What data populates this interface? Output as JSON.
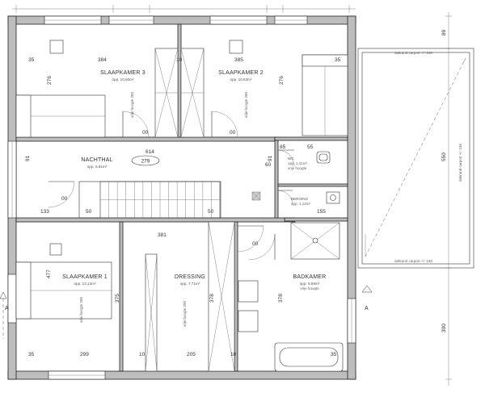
{
  "plan": {
    "rooms": {
      "slaapkamer3": {
        "name": "SLAAPKAMER 3",
        "area": "opp. 10,60m²",
        "ceiling": "vrije hoogte 280"
      },
      "slaapkamer2": {
        "name": "SLAAPKAMER 2",
        "area": "opp. 10,63m²",
        "ceiling": "vrije hoogte 280"
      },
      "nachthal": {
        "name": "NACHTHAL",
        "area": "opp. 6,81m²"
      },
      "wc": {
        "name": "WC",
        "area": "opp. 1,41m²",
        "ceiling": "vrije hoogte"
      },
      "berging": {
        "name": "BERGING",
        "area": "opp. 1,12m²"
      },
      "slaapkamer1": {
        "name": "SLAAPKAMER 1",
        "area": "opp. 13,12m²",
        "ceiling": "vrije hoogte 280"
      },
      "dressing": {
        "name": "DRESSING",
        "area": "opp. 7,71m²",
        "ceiling": "vrije hoogte 280"
      },
      "badkamer": {
        "name": "BADKAMER",
        "area": "opp. 9,59m²",
        "ceiling": "vrije hoogte"
      }
    },
    "tag_279": "279",
    "carport": {
      "note_top": "dakrand carport +/- 248",
      "note_bottom": "dakrand carport +/- 248",
      "note_side": "dakrand carport +/- 248"
    },
    "section_a": "A",
    "dims": {
      "d35_1": "35",
      "d384": "384",
      "d10_1": "10",
      "d385": "385",
      "d35_2": "35",
      "d276_l": "276",
      "d276_r": "276",
      "d614": "614",
      "d91_l": "91",
      "d91_r": "91",
      "d133": "133",
      "d50_1": "50",
      "d50_2": "50",
      "d155": "155",
      "d381": "381",
      "d477": "477",
      "d375": "375",
      "d378": "378",
      "d35_3": "35",
      "d299": "299",
      "d10_2": "10",
      "d205": "205",
      "d10_3": "10",
      "d35_4": "35",
      "d89": "89",
      "d550": "550",
      "d300": "300",
      "d00_1": "00",
      "d00_2": "00",
      "d00_3": "00",
      "d00_4": "00",
      "d60": "60",
      "d85": "85",
      "d55": "55"
    }
  }
}
